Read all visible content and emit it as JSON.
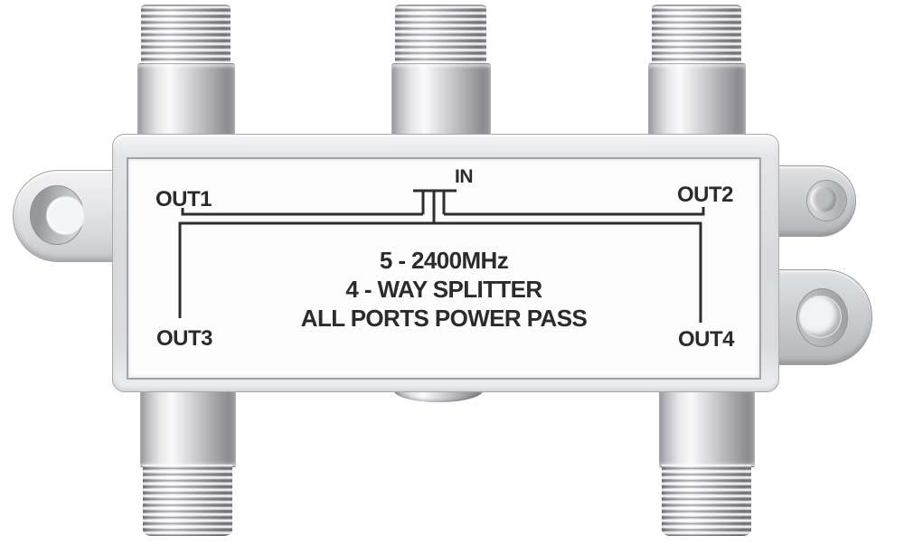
{
  "product_label": {
    "in": "IN",
    "out1": "OUT1",
    "out2": "OUT2",
    "out3": "OUT3",
    "out4": "OUT4",
    "spec_lines": [
      "5 - 2400MHz",
      "4 - WAY SPLITTER",
      "ALL PORTS POWER PASS"
    ]
  },
  "colors": {
    "background": "#ffffff",
    "body_gray": "#d9dadc",
    "plate_white": "#fdfdfe",
    "label_text": "#2b2b2e",
    "schematic_line": "#2d2d30",
    "metal_highlight": "#fafafb",
    "metal_shadow": "#8c8c91"
  }
}
